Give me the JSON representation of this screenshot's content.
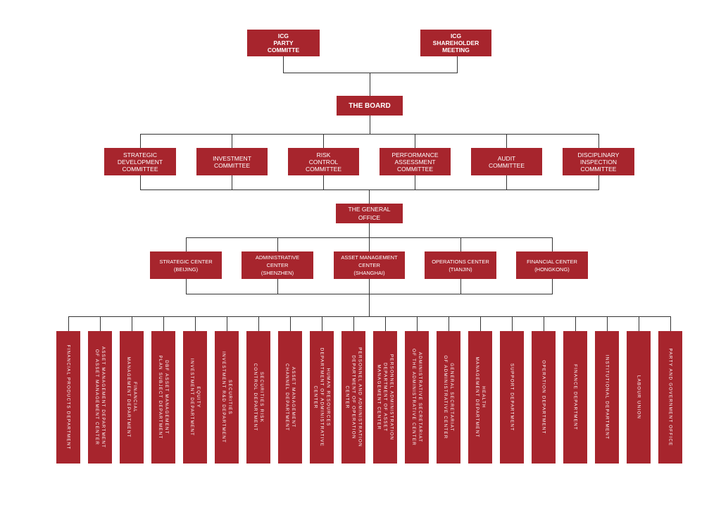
{
  "top_nodes": [
    {
      "label": "ICG\nPARTY\nCOMMITTE"
    },
    {
      "label": "ICG\nSHAREHOLDER\nMEETING"
    }
  ],
  "board": {
    "label": "THE BOARD"
  },
  "committees": [
    {
      "label": "STRATEGIC\nDEVELOPMENT\nCOMMITTEE"
    },
    {
      "label": "INVESTMENT\nCOMMITTEE"
    },
    {
      "label": "RISK\nCONTROL\nCOMMITTEE"
    },
    {
      "label": "PERFORMANCE\nASSESSMENT\nCOMMITTEE"
    },
    {
      "label": "AUDIT\nCOMMITTEE"
    },
    {
      "label": "DISCIPLINARY\nINSPECTION\nCOMMITTEE"
    }
  ],
  "general_office": {
    "label": "THE GENERAL\nOFFICE"
  },
  "centers": [
    {
      "label": "STRATEGIC CENTER\n(BEIJING)"
    },
    {
      "label": "ADMINISTRATIVE\nCENTER\n(SHENZHEN)"
    },
    {
      "label": "ASSET MANAGEMENT\nCENTER\n(SHANGHAI)"
    },
    {
      "label": "OPERATIONS CENTER\n(TIANJIN)"
    },
    {
      "label": "FINANCIAL CENTER\n(HONGKONG)"
    }
  ],
  "departments": [
    {
      "label": "FINANCIAL PRODUCTS DEPARTMENT"
    },
    {
      "label": "ASSET MANAGEMENT DEPARTMENT\nOF ASSET MANAGEMENT CENTER"
    },
    {
      "label": "FINANCIAL\nMANAGEMENT DEPARTMENT"
    },
    {
      "label": "DBF ASSET MANAGEMENT\nPLAN SUBJECT DEPARTMENT"
    },
    {
      "label": "EQUITY\nINVESTMENT DEPARTMENT"
    },
    {
      "label": "SECURITIES\nINVESTMENT R&D DEPARTMENT"
    },
    {
      "label": "SECURITIES RISK\nCONTROL DEPARTMENT"
    },
    {
      "label": "ASSET MANAGEMENT\nCHANNEL DEPARTMENT"
    },
    {
      "label": "HUMAN RESOURCES\nDEPARTMENT OF ADMINISTRATIVE CENTER"
    },
    {
      "label": "PERSONNEL AND ADMINISTRATION\nDEPARTMENT OF OPERATION CENTER"
    },
    {
      "label": "PERSONNEL ADMINISTRATION\nDEPARTMENT OF ASSET MANAGEMENT CENTER"
    },
    {
      "label": "ADMINISTRATIVE SECRETARIAT\nOF THE ADMINISTRATIVE CENTER"
    },
    {
      "label": "GENERAL SECRETARIAT\nOF ADMINISTRATIVE CENTER"
    },
    {
      "label": "HEALTH\nMANAGEMENT DEPARTMENT"
    },
    {
      "label": "SUPPORT DEPARTMENT"
    },
    {
      "label": "OPERATION DEPARTMENT"
    },
    {
      "label": "FINANCE DEPARTMENT"
    },
    {
      "label": "INSTITUTIONAL DEPARTMENT"
    },
    {
      "label": "LABOUR UNION"
    },
    {
      "label": "PARTY AND GOVERNMENT OFFICE"
    }
  ],
  "colors": {
    "box_fill": "#a7252d",
    "box_text": "#ffffff",
    "connector": "#333333"
  }
}
